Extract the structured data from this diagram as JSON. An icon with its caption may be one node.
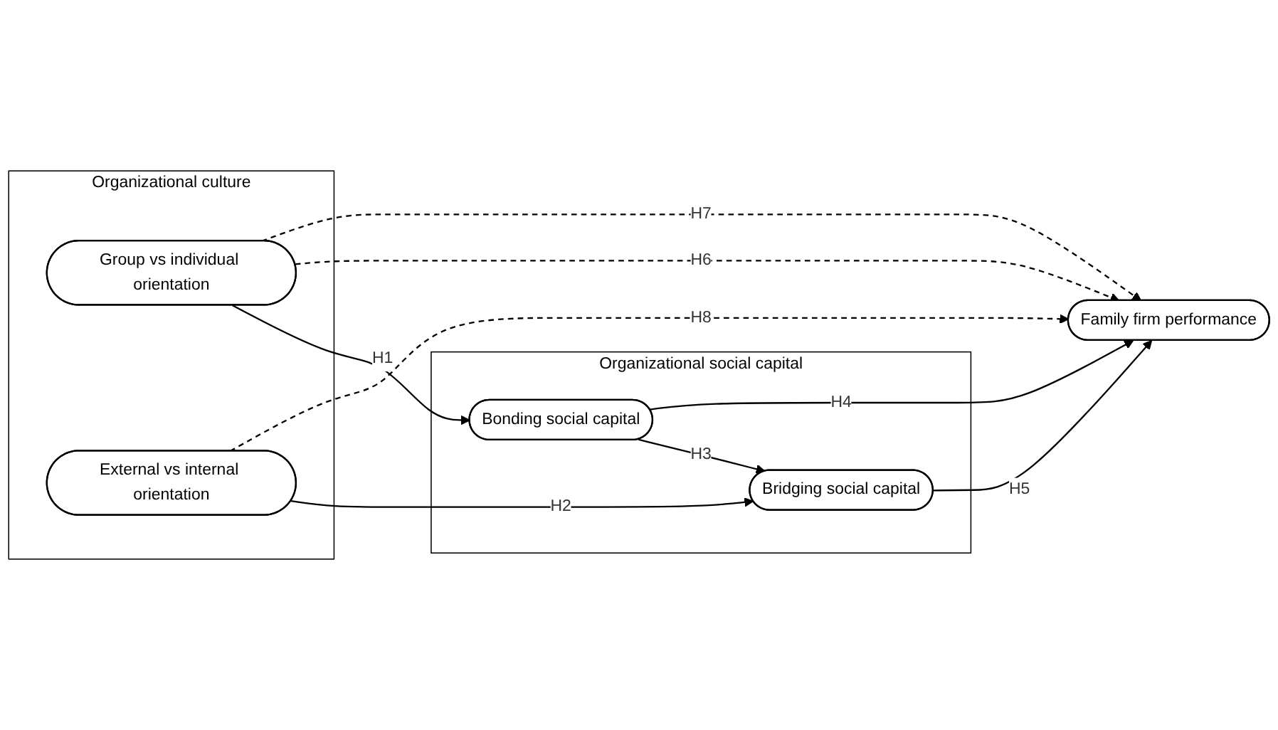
{
  "diagram": {
    "nodes": [
      {
        "text": [
          "Organizational culture"
        ]
      },
      {
        "text": [
          "Group vs individual orientation"
        ],
        "in": 0
      },
      {
        "text": [
          "External vs internal orientation"
        ],
        "in": 0
      },
      {
        "text": [
          "Organizational social capital"
        ]
      },
      {
        "text": [
          "Bonding social capital"
        ],
        "in": 3
      },
      {
        "text": [
          "Bridging social capital"
        ],
        "in": 3
      },
      {
        "text": [
          "Family firm performance"
        ]
      }
    ],
    "edges": [
      {
        "from": 1,
        "to": 4,
        "arrow": "to",
        "label": "H1"
      },
      {
        "from": 2,
        "to": 5,
        "arrow": "to",
        "label": "H2"
      },
      {
        "from": 4,
        "to": 5,
        "arrow": "to",
        "label": "H3"
      },
      {
        "from": 4,
        "to": 6,
        "arrow": "to",
        "label": "H4"
      },
      {
        "from": 5,
        "to": 6,
        "arrow": "to",
        "label": "H5"
      },
      {
        "from": 1,
        "to": 6,
        "arrow": "to",
        "label": "H6",
        "style": "dashed"
      },
      {
        "from": 1,
        "to": 6,
        "arrow": "to",
        "label": "H7",
        "style": "dashed"
      },
      {
        "from": 2,
        "to": 6,
        "arrow": "to",
        "label": "H8",
        "style": "dashed"
      }
    ]
  }
}
